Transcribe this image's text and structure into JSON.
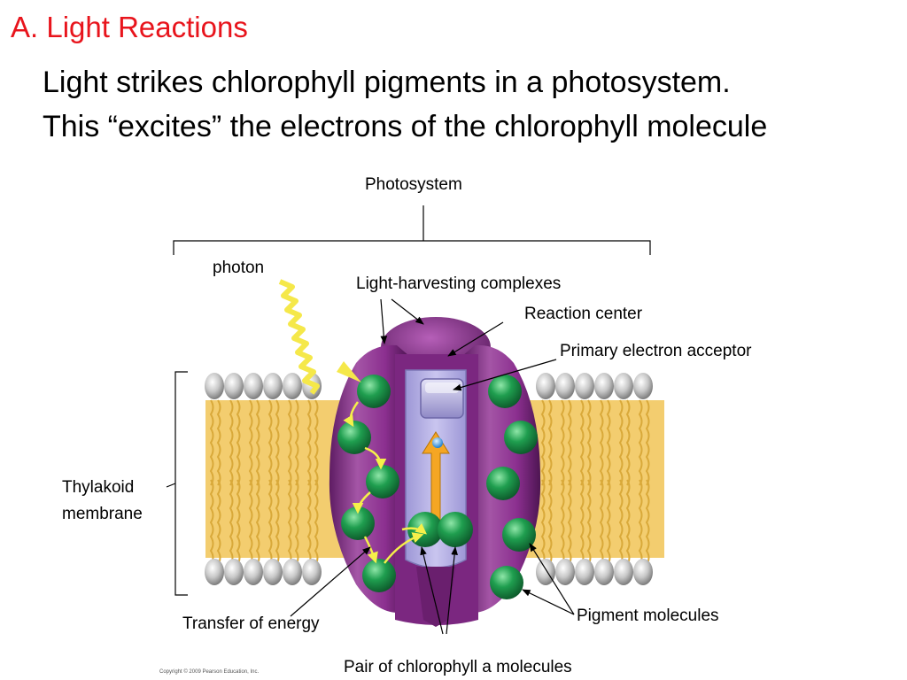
{
  "slide": {
    "heading": "A. Light Reactions",
    "line1": "Light strikes chlorophyll pigments in a photosystem.",
    "line2": "This “excites” the electrons of the chlorophyll molecule"
  },
  "labels": {
    "photosystem": "Photosystem",
    "photon": "photon",
    "light_harvesting": "Light-harvesting complexes",
    "reaction_center": "Reaction center",
    "primary_acceptor": "Primary electron acceptor",
    "thylakoid_line1": "Thylakoid",
    "thylakoid_line2": "membrane",
    "transfer_energy": "Transfer of energy",
    "pigment_molecules": "Pigment molecules",
    "pair_chlorophyll": "Pair of chlorophyll a molecules"
  },
  "copyright": "Copyright © 2009 Pearson Education, Inc.",
  "colors": {
    "heading": "#e8141c",
    "protein": "#8b2f8f",
    "protein_light": "#b76fb8",
    "reaction_center": "#b9b4e6",
    "pigment": "#1f9e4f",
    "lipid_tail": "#f3cd6f",
    "lipid_head": "#c8c8c8",
    "photon": "#f5e84a",
    "electron_arrow": "#f5a623",
    "electron": "#3aa0e8"
  }
}
